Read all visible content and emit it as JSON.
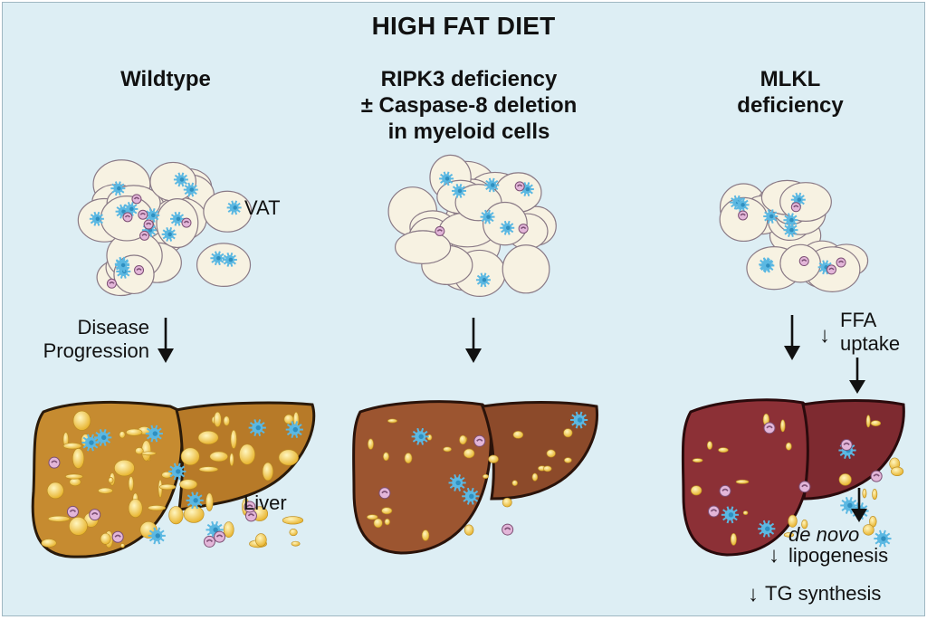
{
  "title": "HIGH FAT DIET",
  "columns": [
    {
      "id": "wildtype",
      "lines": [
        "Wildtype"
      ]
    },
    {
      "id": "ripk3",
      "lines": [
        "RIPK3 deficiency",
        "± Caspase-8 deletion",
        "in myeloid cells"
      ]
    },
    {
      "id": "mlkl",
      "lines": [
        "MLKL",
        "deficiency"
      ]
    }
  ],
  "labels": {
    "vat": "VAT",
    "liver": "Liver",
    "disease": [
      "Disease",
      "Progression"
    ],
    "ffa": [
      "FFA",
      "uptake"
    ],
    "denovo_italic": "de novo",
    "lipogenesis": "lipogenesis",
    "tg": "TG synthesis",
    "down_symbol": "↓"
  },
  "colors": {
    "background": "#ddeef4",
    "adipocyte": "#f7f2e2",
    "macrophage": "#5bb8e2",
    "neutrophil": "#e3b6d9",
    "liver_wildtype": "#c68b30",
    "liver_ripk3": "#9c5530",
    "liver_mlkl": "#8c3036",
    "lipid_droplet": "#f2c84a"
  }
}
